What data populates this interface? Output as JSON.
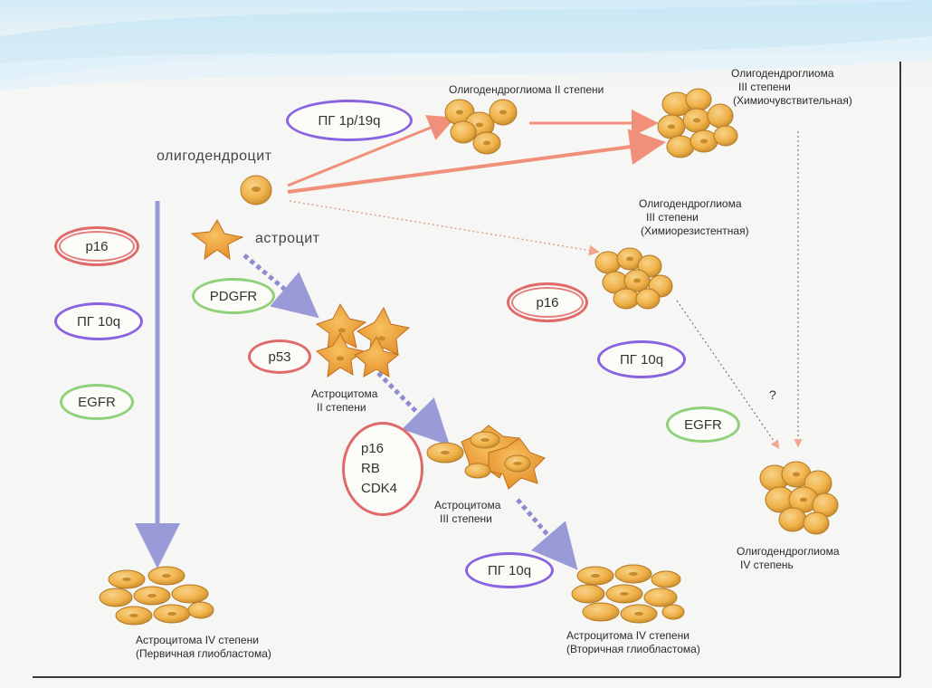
{
  "cells": {
    "oligodendrocyte": "олигодендроцит",
    "astrocyte": "астроцит"
  },
  "stages": {
    "oligo2": "Олигодендроглиома II степени",
    "oligo3_sens_l1": "Олигодендроглиома",
    "oligo3_sens_l2": "III степени",
    "oligo3_sens_l3": "(Химиочувствительная)",
    "oligo3_res_l1": "Олигодендроглиома",
    "oligo3_res_l2": "III степени",
    "oligo3_res_l3": "(Химиорезистентная)",
    "oligo4_l1": "Олигодендроглиома",
    "oligo4_l2": "IV степень",
    "astro2_l1": "Астроцитома",
    "astro2_l2": "II степени",
    "astro3_l1": "Астроцитома",
    "astro3_l2": "III степени",
    "astro4_primary_l1": "Астроцитома IV степени",
    "astro4_primary_l2": "(Первичная глиобластома)",
    "astro4_secondary_l1": "Астроцитома IV степени",
    "astro4_secondary_l2": "(Вторичная глиобластома)"
  },
  "markers": {
    "pg_1p19q": "ПГ 1p/19q",
    "p16_left": "p16",
    "pg10q_left": "ПГ 10q",
    "egfr_left": "EGFR",
    "pdgfr": "PDGFR",
    "p53": "p53",
    "combo_l1": "p16",
    "combo_l2": "RB",
    "combo_l3": "CDK4",
    "pg10q_bottom": "ПГ 10q",
    "p16_right": "p16",
    "pg10q_right": "ПГ 10q",
    "egfr_right": "EGFR"
  },
  "question_mark": "?",
  "colors": {
    "purple": "#8a63e0",
    "green": "#8fd07a",
    "red": "#e06a6a",
    "arrow_salmon": "#f0907a",
    "arrow_lavender": "#9a9ad8",
    "cell_fill": "#f0b24a",
    "cell_dark": "#c88a2a",
    "frame": "#3a3a3a",
    "header_blue": "#bfe3f5"
  }
}
